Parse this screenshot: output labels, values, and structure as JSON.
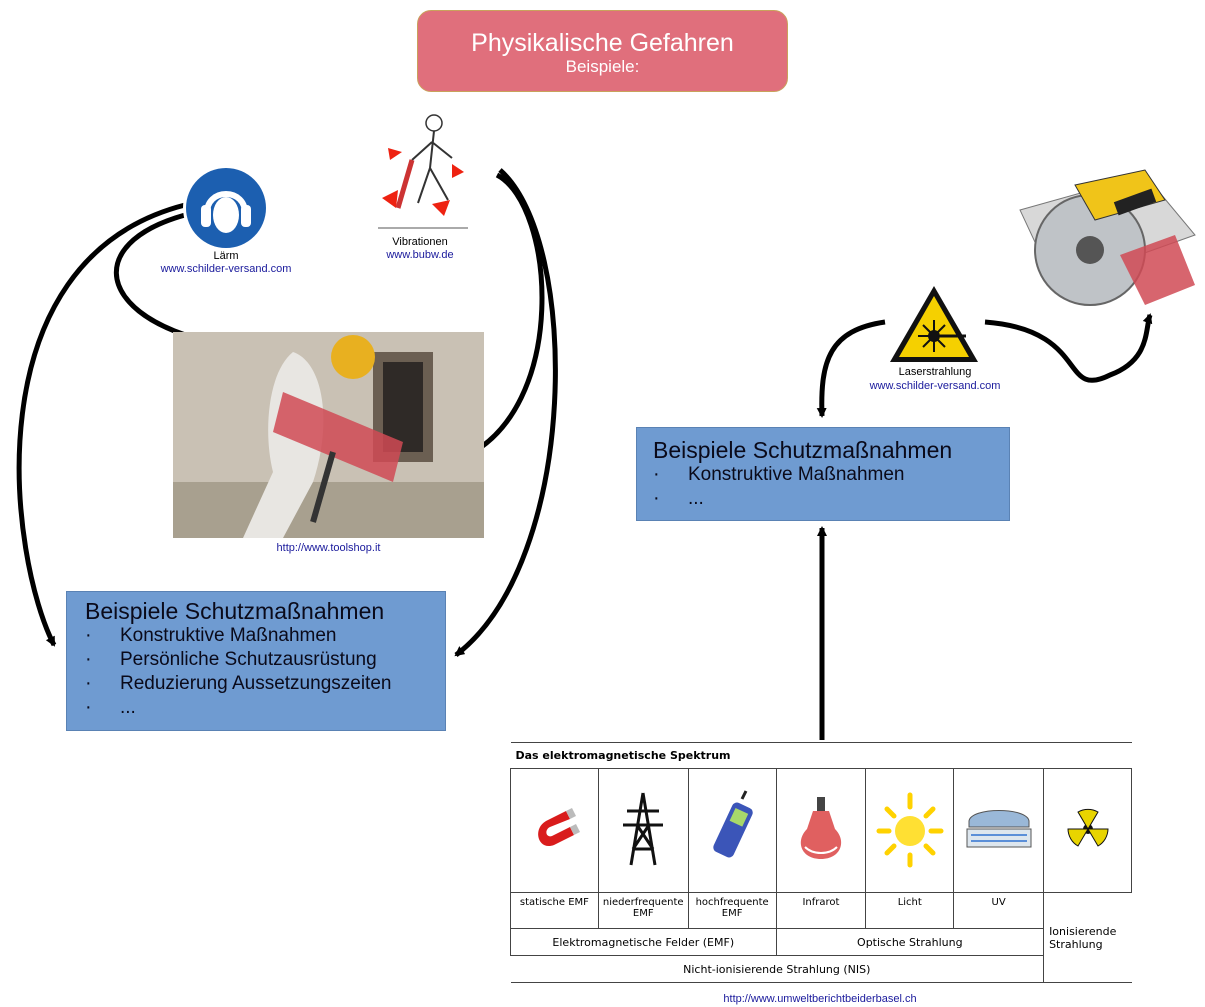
{
  "header": {
    "title": "Physikalische Gefahren",
    "subtitle": "Beispiele:"
  },
  "hazards": {
    "laerm": {
      "caption": "Lärm",
      "source": "www.schilder-versand.com"
    },
    "vibrationen": {
      "caption": "Vibrationen",
      "source": "www.bubw.de"
    },
    "photo_source": "http://www.toolshop.it",
    "laser": {
      "caption": "Laserstrahlung",
      "source": "www.schilder-versand.com"
    }
  },
  "left_box": {
    "heading": "Beispiele Schutzmaßnahmen",
    "items": [
      "Konstruktive Maßnahmen",
      "Persönliche Schutzausrüstung",
      "Reduzierung Aussetzungszeiten",
      "..."
    ]
  },
  "right_box": {
    "heading": "Beispiele Schutzmaßnahmen",
    "items": [
      "Konstruktive Maßnahmen",
      "..."
    ]
  },
  "spectrum": {
    "title": "Das elektromagnetische Spektrum",
    "columns": [
      "statische EMF",
      "niederfrequente EMF",
      "hochfrequente EMF",
      "Infrarot",
      "Licht",
      "UV"
    ],
    "group_emf": "Elektromagnetische Felder (EMF)",
    "group_optisch": "Optische Strahlung",
    "ionisierend": "Ionisierende Strahlung",
    "nis": "Nicht-ionisierende Strahlung (NIS)",
    "source": "http://www.umweltberichtbeiderbasel.ch"
  },
  "colors": {
    "title_box": "#e06f7c",
    "blue_box": "#6f9bd1",
    "link": "#1a1a9c",
    "sign_blue": "#1c5fb0",
    "sign_yellow": "#f5d000"
  }
}
